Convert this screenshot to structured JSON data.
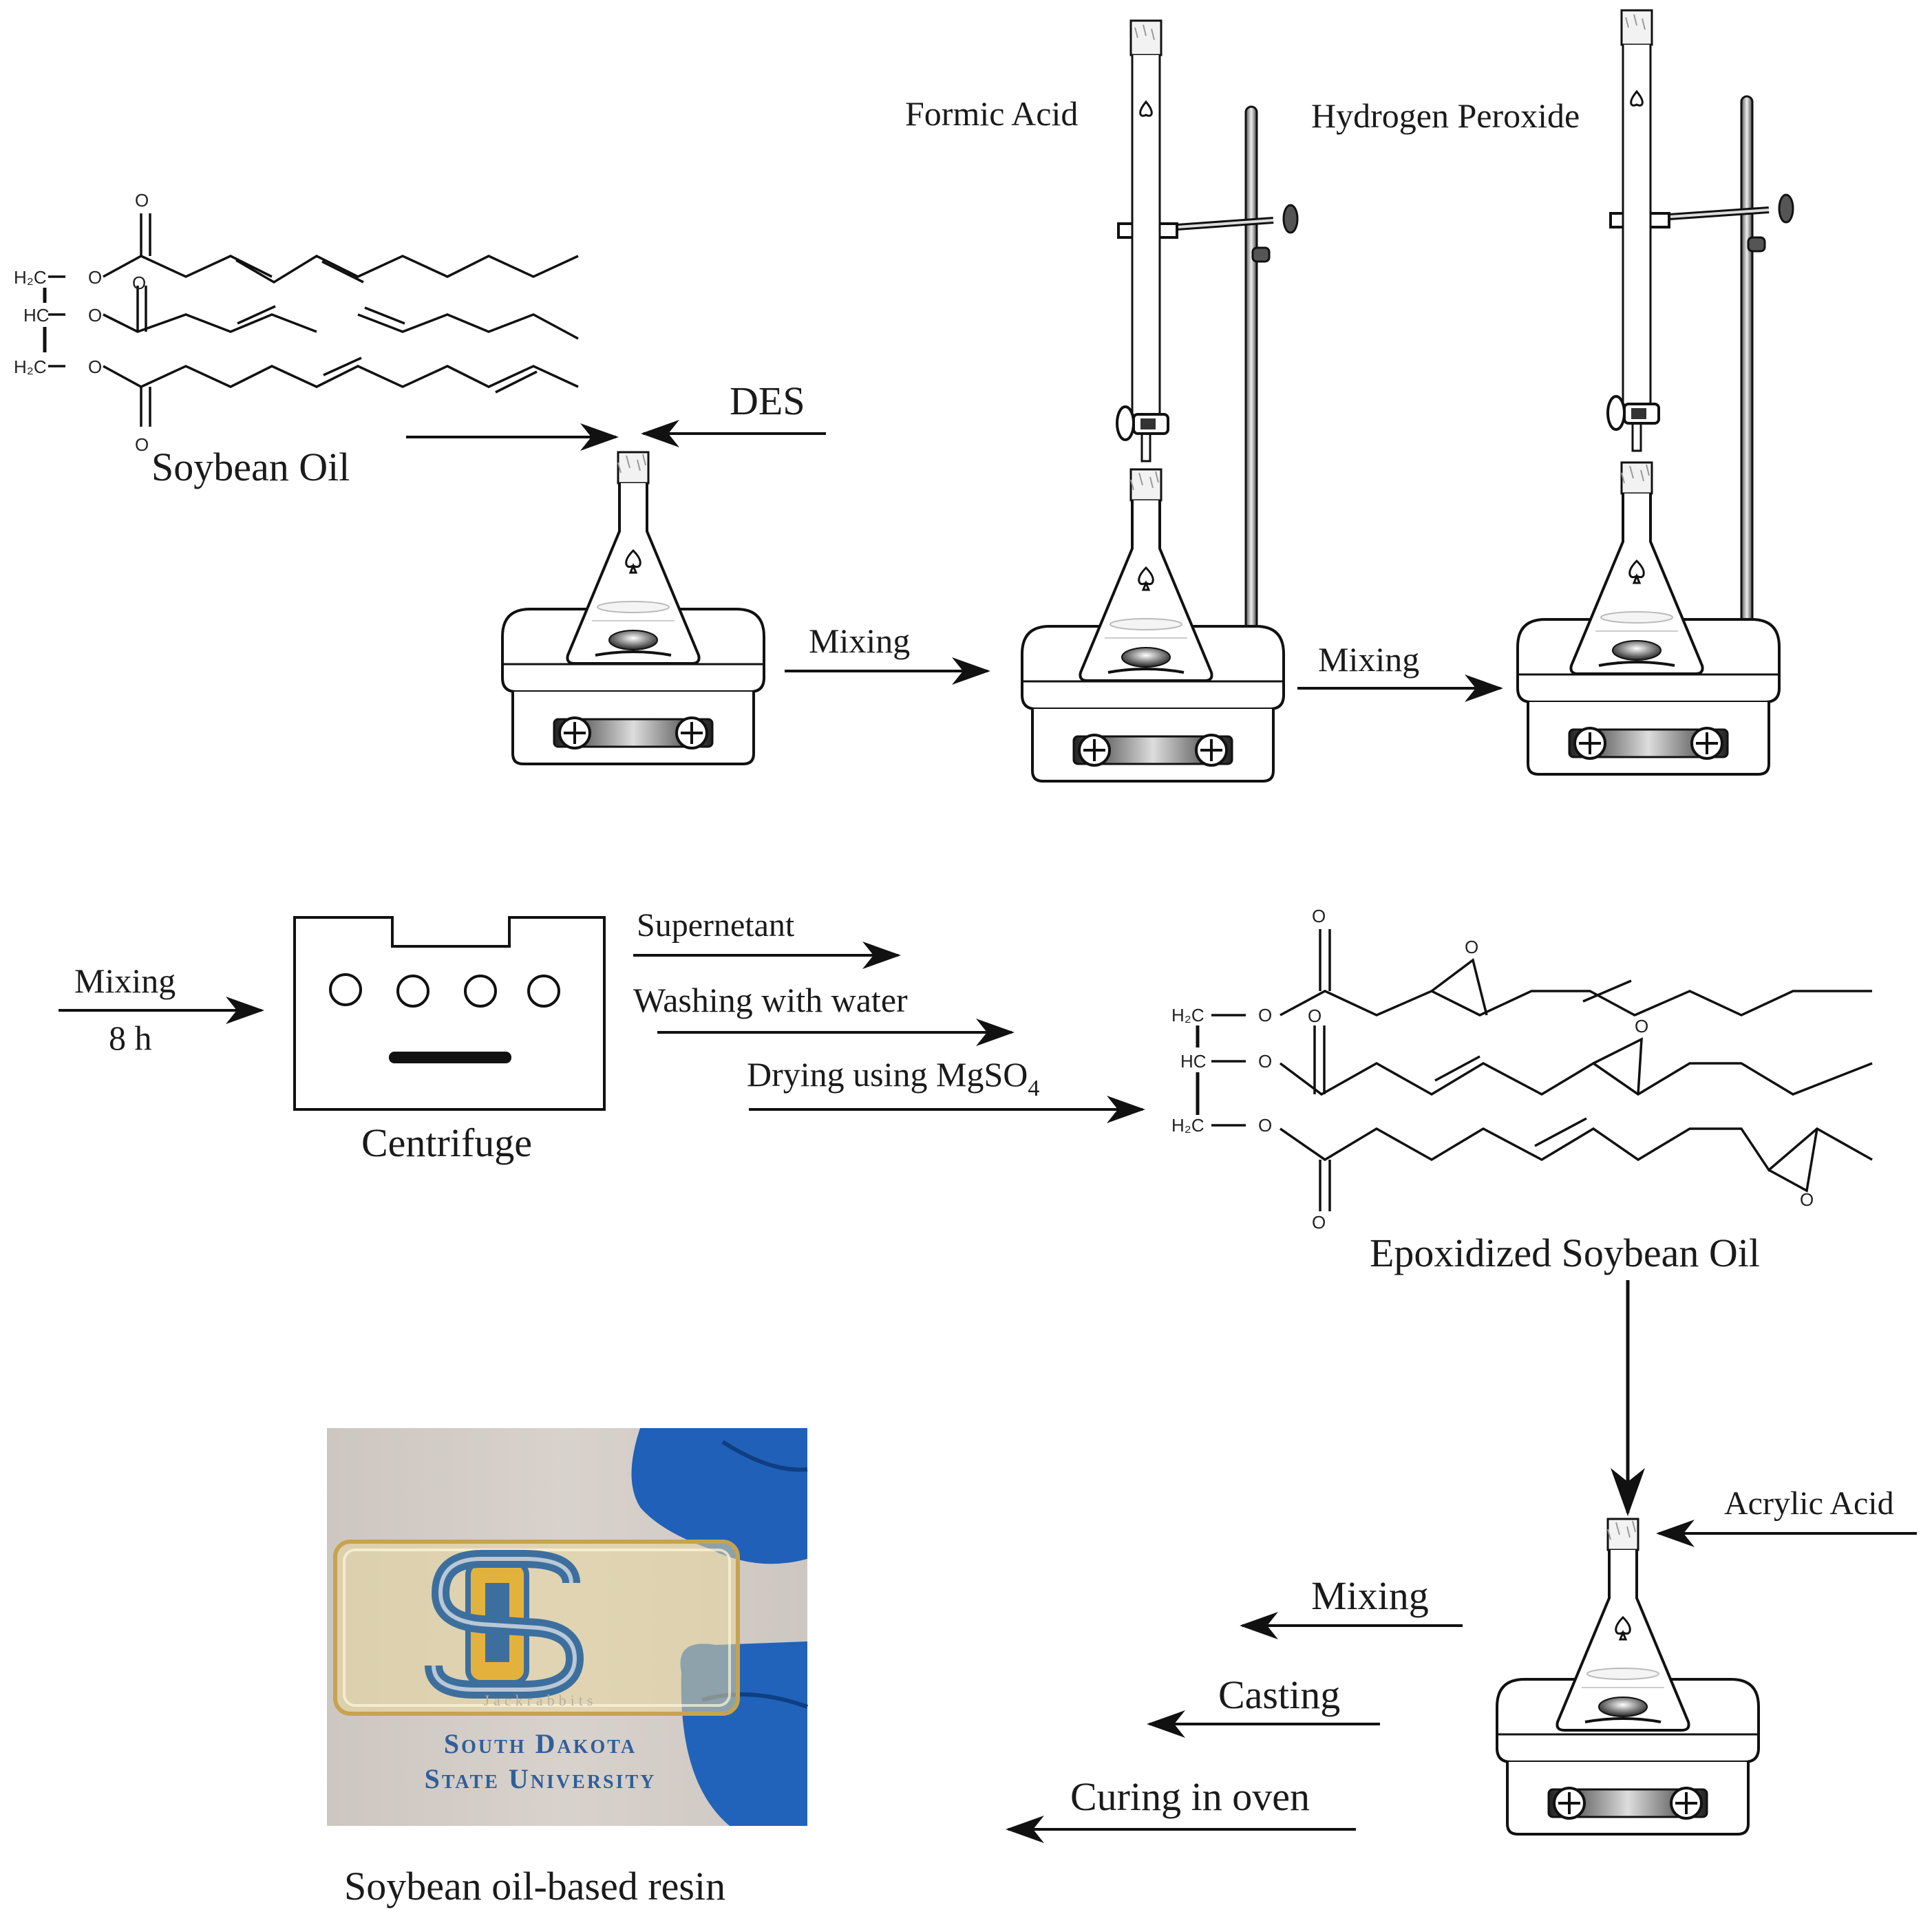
{
  "labels": {
    "soybean_oil": "Soybean Oil",
    "des": "DES",
    "formic_acid": "Formic Acid",
    "hydrogen_peroxide": "Hydrogen Peroxide",
    "mixing_1": "Mixing",
    "mixing_2": "Mixing",
    "mixing_8h_line1": "Mixing",
    "mixing_8h_line2": "8 h",
    "centrifuge": "Centrifuge",
    "supernetant": "Supernetant",
    "washing": "Washing with water",
    "drying": "Drying using MgSO",
    "drying_sub": "4",
    "epoxidized": "Epoxidized Soybean Oil",
    "acrylic_acid": "Acrylic Acid",
    "mixing_3": "Mixing",
    "casting": "Casting",
    "curing": "Curing in oven",
    "resin": "Soybean oil-based resin"
  },
  "chem": {
    "h2c": "H₂C",
    "hc": "HC",
    "o": "O"
  },
  "photo": {
    "line1": "South Dakota",
    "line2": "State University",
    "faded": "Jackrabbits"
  },
  "colors": {
    "ink": "#1a1a1a",
    "glove": "#1f5fb0",
    "logo_blue": "#3d6f9e",
    "logo_gold": "#e3b23c",
    "slide": "#e6d49a",
    "photo_bg": "#d9d2cc"
  }
}
